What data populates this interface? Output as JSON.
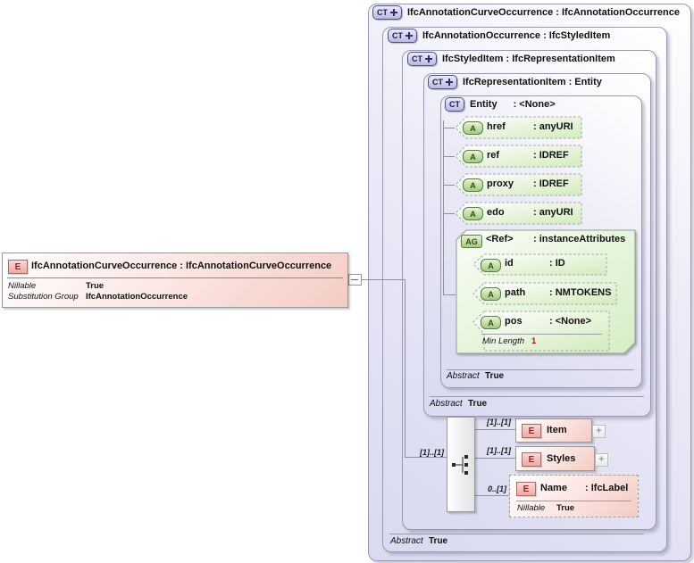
{
  "icons": {
    "complex_type": "CT",
    "attribute": "A",
    "attribute_group": "AG",
    "element": "E",
    "expand": "+"
  },
  "element_box": {
    "title": "IfcAnnotationCurveOccurrence : IfcAnnotationCurveOccurrence",
    "properties": [
      {
        "label": "Nillable",
        "value": "True"
      },
      {
        "label": "Substitution Group",
        "value": "IfcAnnotationOccurrence"
      }
    ]
  },
  "boxes": [
    {
      "header": "IfcAnnotationCurveOccurrence : IfcAnnotationOccurrence"
    },
    {
      "header": "IfcAnnotationOccurrence : IfcStyledItem",
      "footer": {
        "label": "Abstract",
        "value": "True"
      }
    },
    {
      "header": "IfcStyledItem : IfcRepresentationItem"
    },
    {
      "header": "IfcRepresentationItem : Entity",
      "footer": {
        "label": "Abstract",
        "value": "True"
      }
    },
    {
      "name": "Entity",
      "type": ": <None>",
      "footer": {
        "label": "Abstract",
        "value": "True"
      }
    }
  ],
  "attributes": [
    {
      "name": "href",
      "type": ": anyURI"
    },
    {
      "name": "ref",
      "type": ": IDREF"
    },
    {
      "name": "proxy",
      "type": ": IDREF"
    },
    {
      "name": "edo",
      "type": ": anyURI"
    }
  ],
  "attribute_group": {
    "name": "<Ref>",
    "type": ": instanceAttributes",
    "attributes": [
      {
        "name": "id",
        "type": ": ID"
      },
      {
        "name": "path",
        "type": ": NMTOKENS"
      },
      {
        "name": "pos",
        "type": ": <None>",
        "facet": {
          "label": "Min Length",
          "value": "1"
        }
      }
    ]
  },
  "content_model": {
    "cardinality": "[1]..[1]",
    "children": [
      {
        "name": "Item",
        "cardinality": "[1]..[1]"
      },
      {
        "name": "Styles",
        "cardinality": "[1]..[1]"
      },
      {
        "name": "Name",
        "type": ": IfcLabel",
        "cardinality": "0..[1]",
        "footer": {
          "label": "Nillable",
          "value": "True"
        }
      }
    ]
  },
  "colors": {
    "lavender_fill": "#d9d9f0",
    "green_fill": "#d5eec2",
    "pink_fill": "#f3ccc4",
    "border_gray": "#9898b2",
    "facet_value_red": "#cc1111"
  }
}
